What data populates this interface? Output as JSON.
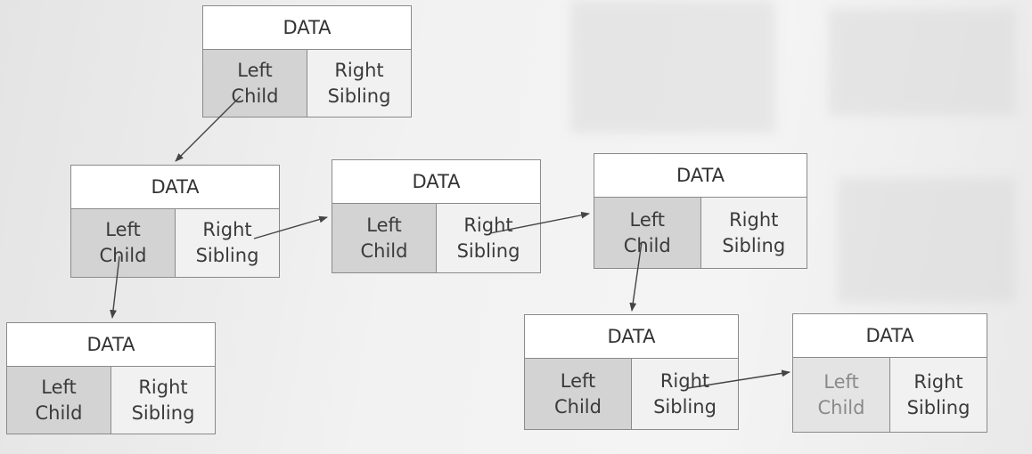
{
  "nodes": [
    {
      "data": "DATA",
      "left": "Left\nChild",
      "right": "Right\nSibling"
    },
    {
      "data": "DATA",
      "left": "Left\nChild",
      "right": "Right\nSibling"
    },
    {
      "data": "DATA",
      "left": "Left\nChild",
      "right": "Right\nSibling"
    },
    {
      "data": "DATA",
      "left": "Left\nChild",
      "right": "Right\nSibling"
    },
    {
      "data": "DATA",
      "left": "Left\nChild",
      "right": "Right\nSibling"
    },
    {
      "data": "DATA",
      "left": "Left\nChild",
      "right": "Right\nSibling"
    },
    {
      "data": "DATA",
      "left": "Left\nChild",
      "right": "Right\nSibling"
    }
  ]
}
